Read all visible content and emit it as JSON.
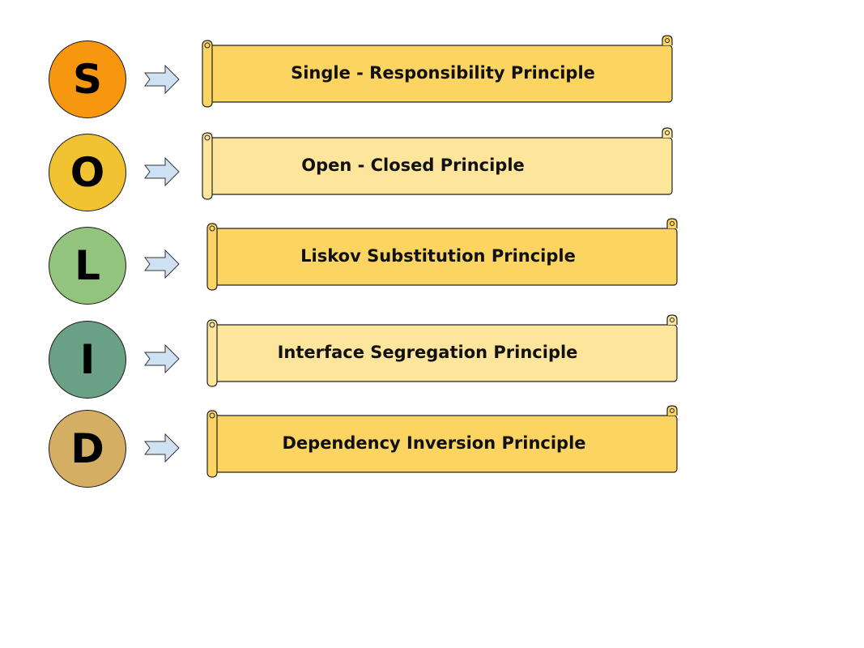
{
  "principles": [
    {
      "letter": "S",
      "name": "Single - Responsibility Principle",
      "circle_color": "#f7960f",
      "banner_color": "#fcd462"
    },
    {
      "letter": "O",
      "name": "Open - Closed Principle",
      "circle_color": "#f1c232",
      "banner_color": "#fde59b"
    },
    {
      "letter": "L",
      "name": "Liskov Substitution Principle",
      "circle_color": "#93c47d",
      "banner_color": "#fcd462"
    },
    {
      "letter": "I",
      "name": "Interface Segregation Principle",
      "circle_color": "#6aa084",
      "banner_color": "#fde59b"
    },
    {
      "letter": "D",
      "name": "Dependency Inversion Principle",
      "circle_color": "#d4ae63",
      "banner_color": "#fcd462"
    }
  ],
  "arrow_color": "#cfe2f3"
}
